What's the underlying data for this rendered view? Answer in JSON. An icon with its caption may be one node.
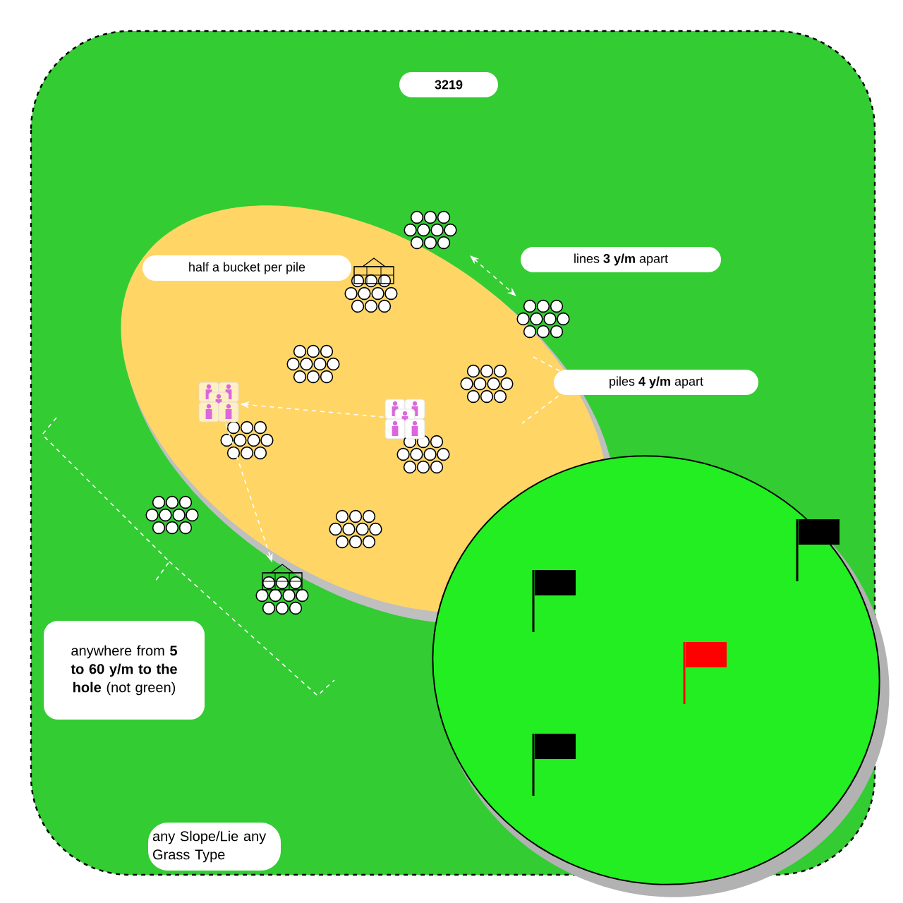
{
  "diagram": {
    "nodes": [
      {
        "text": [
          "3219"
        ]
      },
      {
        "text": [
          "half a bucket per pile"
        ]
      },
      {
        "text": [
          "lines **3 y/m** apart"
        ]
      },
      {
        "text": [
          "piles **4 y/m** apart"
        ]
      },
      {
        "text": [
          "anywhere from **5 to 60 y/m** **to the hole** (not green)"
        ]
      },
      {
        "text": [
          "any Slope/Lie any Grass Type"
        ]
      },
      {
        "text": [],
        "shape": "picture"
      },
      {
        "text": [],
        "shape": "picture"
      },
      {
        "text": [],
        "shape": "picture"
      }
    ],
    "edges": [
      {
        "from": 6,
        "to": 7,
        "arrow": "to",
        "style": "dashed"
      },
      {
        "from": 7,
        "to": 8,
        "arrow": "to",
        "style": "dashed"
      }
    ]
  }
}
